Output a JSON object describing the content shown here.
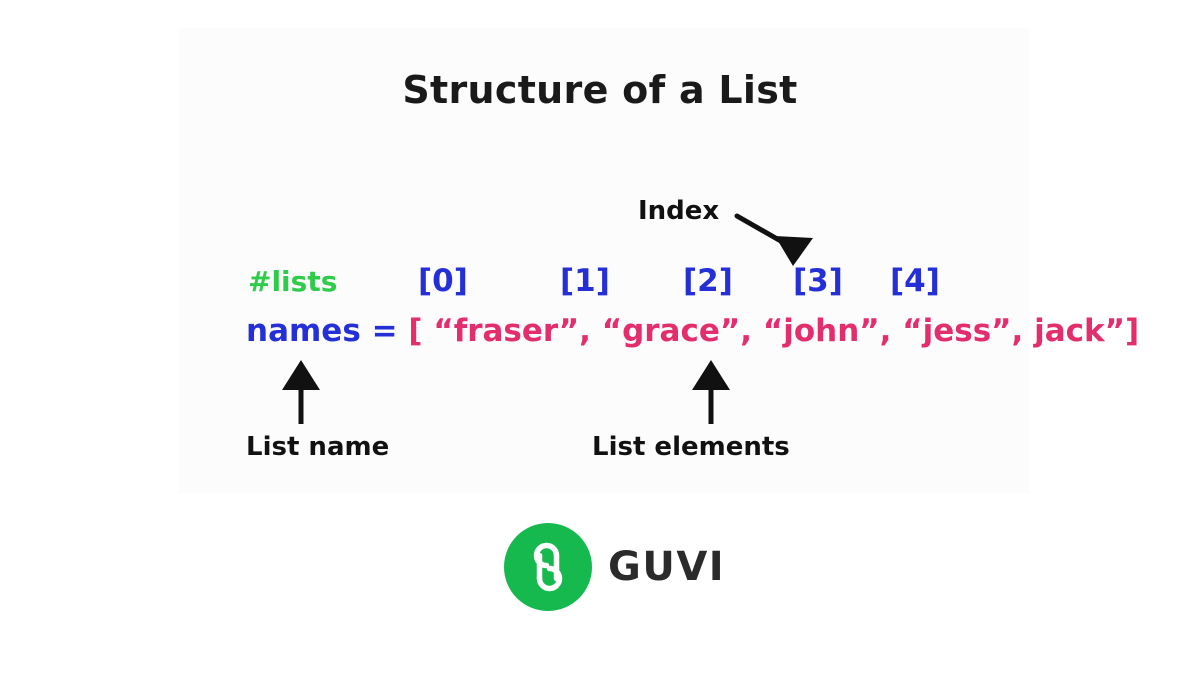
{
  "slide": {
    "title": "Structure of a List",
    "background_color": "#ffffff",
    "panel_color": "#fcfcfd"
  },
  "colors": {
    "index_blue": "#2430d6",
    "comment_green": "#2fcc4a",
    "string_pink": "#e32d6c",
    "text_black": "#111111",
    "brand_green": "#15b94e",
    "brand_word": "#2b2b2b"
  },
  "index_row": {
    "comment": "#lists",
    "labels": [
      "[0]",
      "[1]",
      "[2]",
      "[3]",
      "[4]"
    ]
  },
  "code": {
    "variable": "names",
    "equals": "=",
    "open_bracket": "[",
    "close_bracket": "]",
    "elements": [
      "“fraser”",
      "“grace”",
      "“john”",
      "“jess”",
      "jack”"
    ],
    "separator": ",",
    "full_line": "names = [ “fraser”, “grace”, “john”, “jess”, jack”]"
  },
  "callouts": {
    "index": "Index",
    "list_name": "List name",
    "list_elements": "List elements"
  },
  "icons": {
    "arrow_index": "arrow-diagonal-down-right-icon",
    "arrow_list_name": "arrow-up-icon",
    "arrow_list_elements": "arrow-up-icon",
    "logo_mark": "guvi-g-logo-icon"
  },
  "brand": {
    "name": "GUVI"
  }
}
